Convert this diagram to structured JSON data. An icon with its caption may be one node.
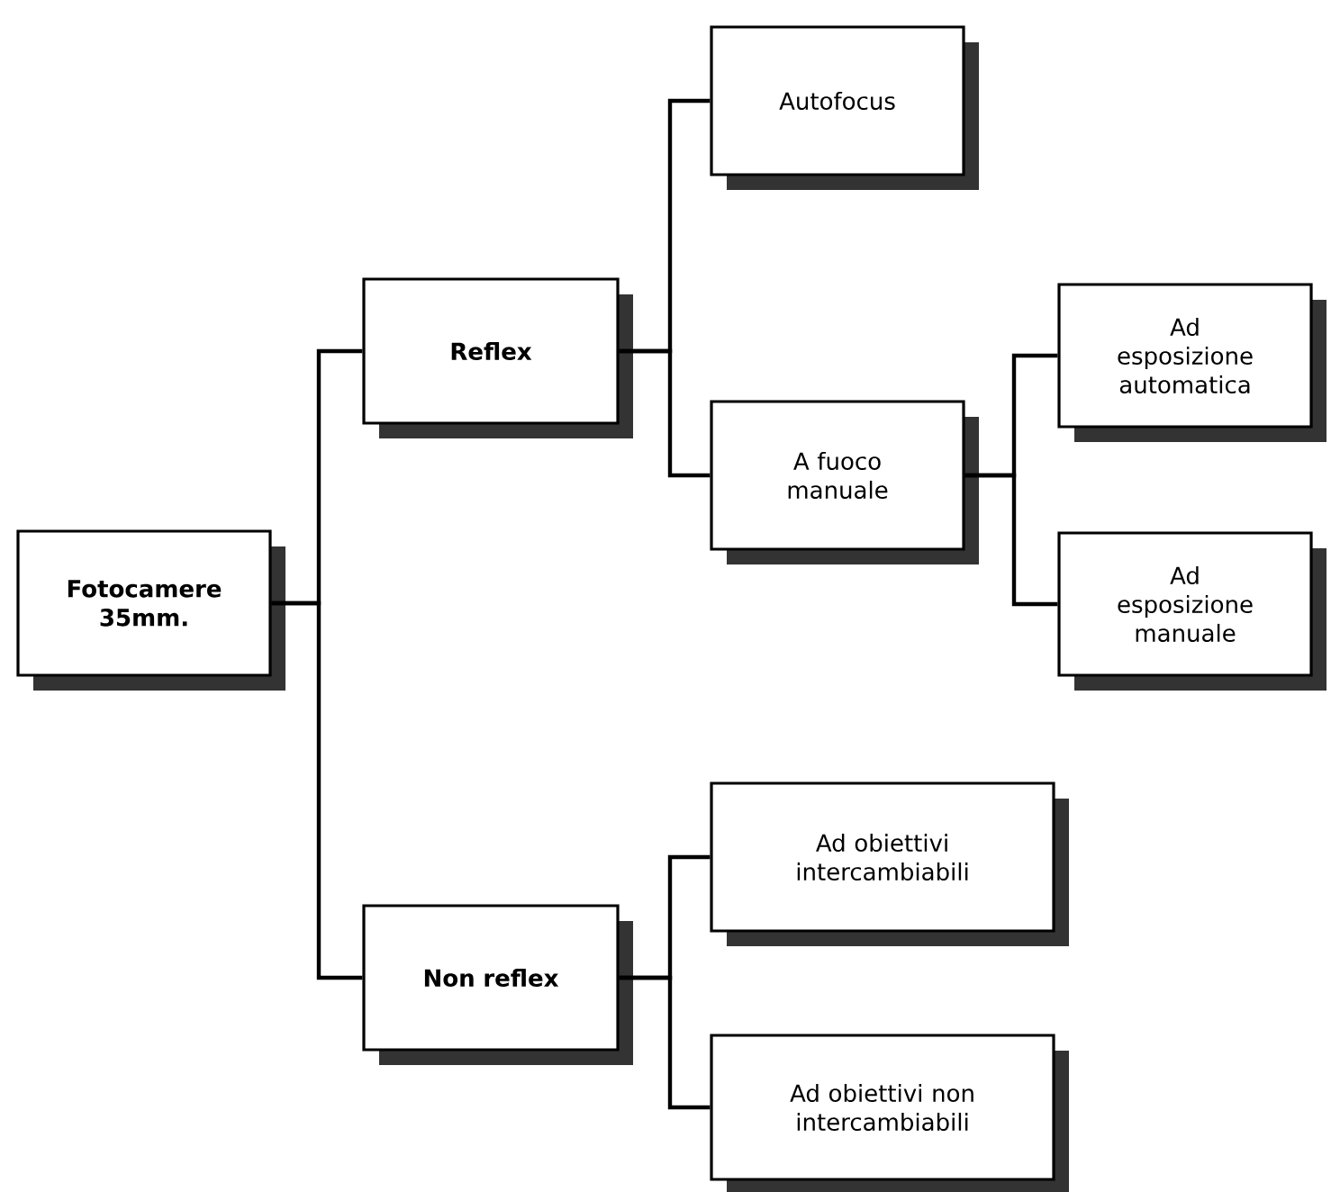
{
  "diagram": {
    "nodes": [
      {
        "text": [
          "Fotocamere 35mm."
        ]
      },
      {
        "text": [
          "Reflex"
        ]
      },
      {
        "text": [
          "Autofocus"
        ]
      },
      {
        "text": [
          "A fuoco manuale"
        ]
      },
      {
        "text": [
          "Ad esposizione automatica"
        ]
      },
      {
        "text": [
          "Ad esposizione manuale"
        ]
      },
      {
        "text": [
          "Non reflex"
        ]
      },
      {
        "text": [
          "Ad obiettivi intercambiabili"
        ]
      },
      {
        "text": [
          "Ad obiettivi non intercambiabili"
        ]
      }
    ],
    "edges": [
      {
        "from": 0,
        "to": 1,
        "arrow": "none"
      },
      {
        "from": 0,
        "to": 6,
        "arrow": "none"
      },
      {
        "from": 1,
        "to": 2,
        "arrow": "none"
      },
      {
        "from": 1,
        "to": 3,
        "arrow": "none"
      },
      {
        "from": 3,
        "to": 4,
        "arrow": "none"
      },
      {
        "from": 3,
        "to": 5,
        "arrow": "none"
      },
      {
        "from": 6,
        "to": 7,
        "arrow": "none"
      },
      {
        "from": 6,
        "to": 8,
        "arrow": "none"
      }
    ]
  }
}
